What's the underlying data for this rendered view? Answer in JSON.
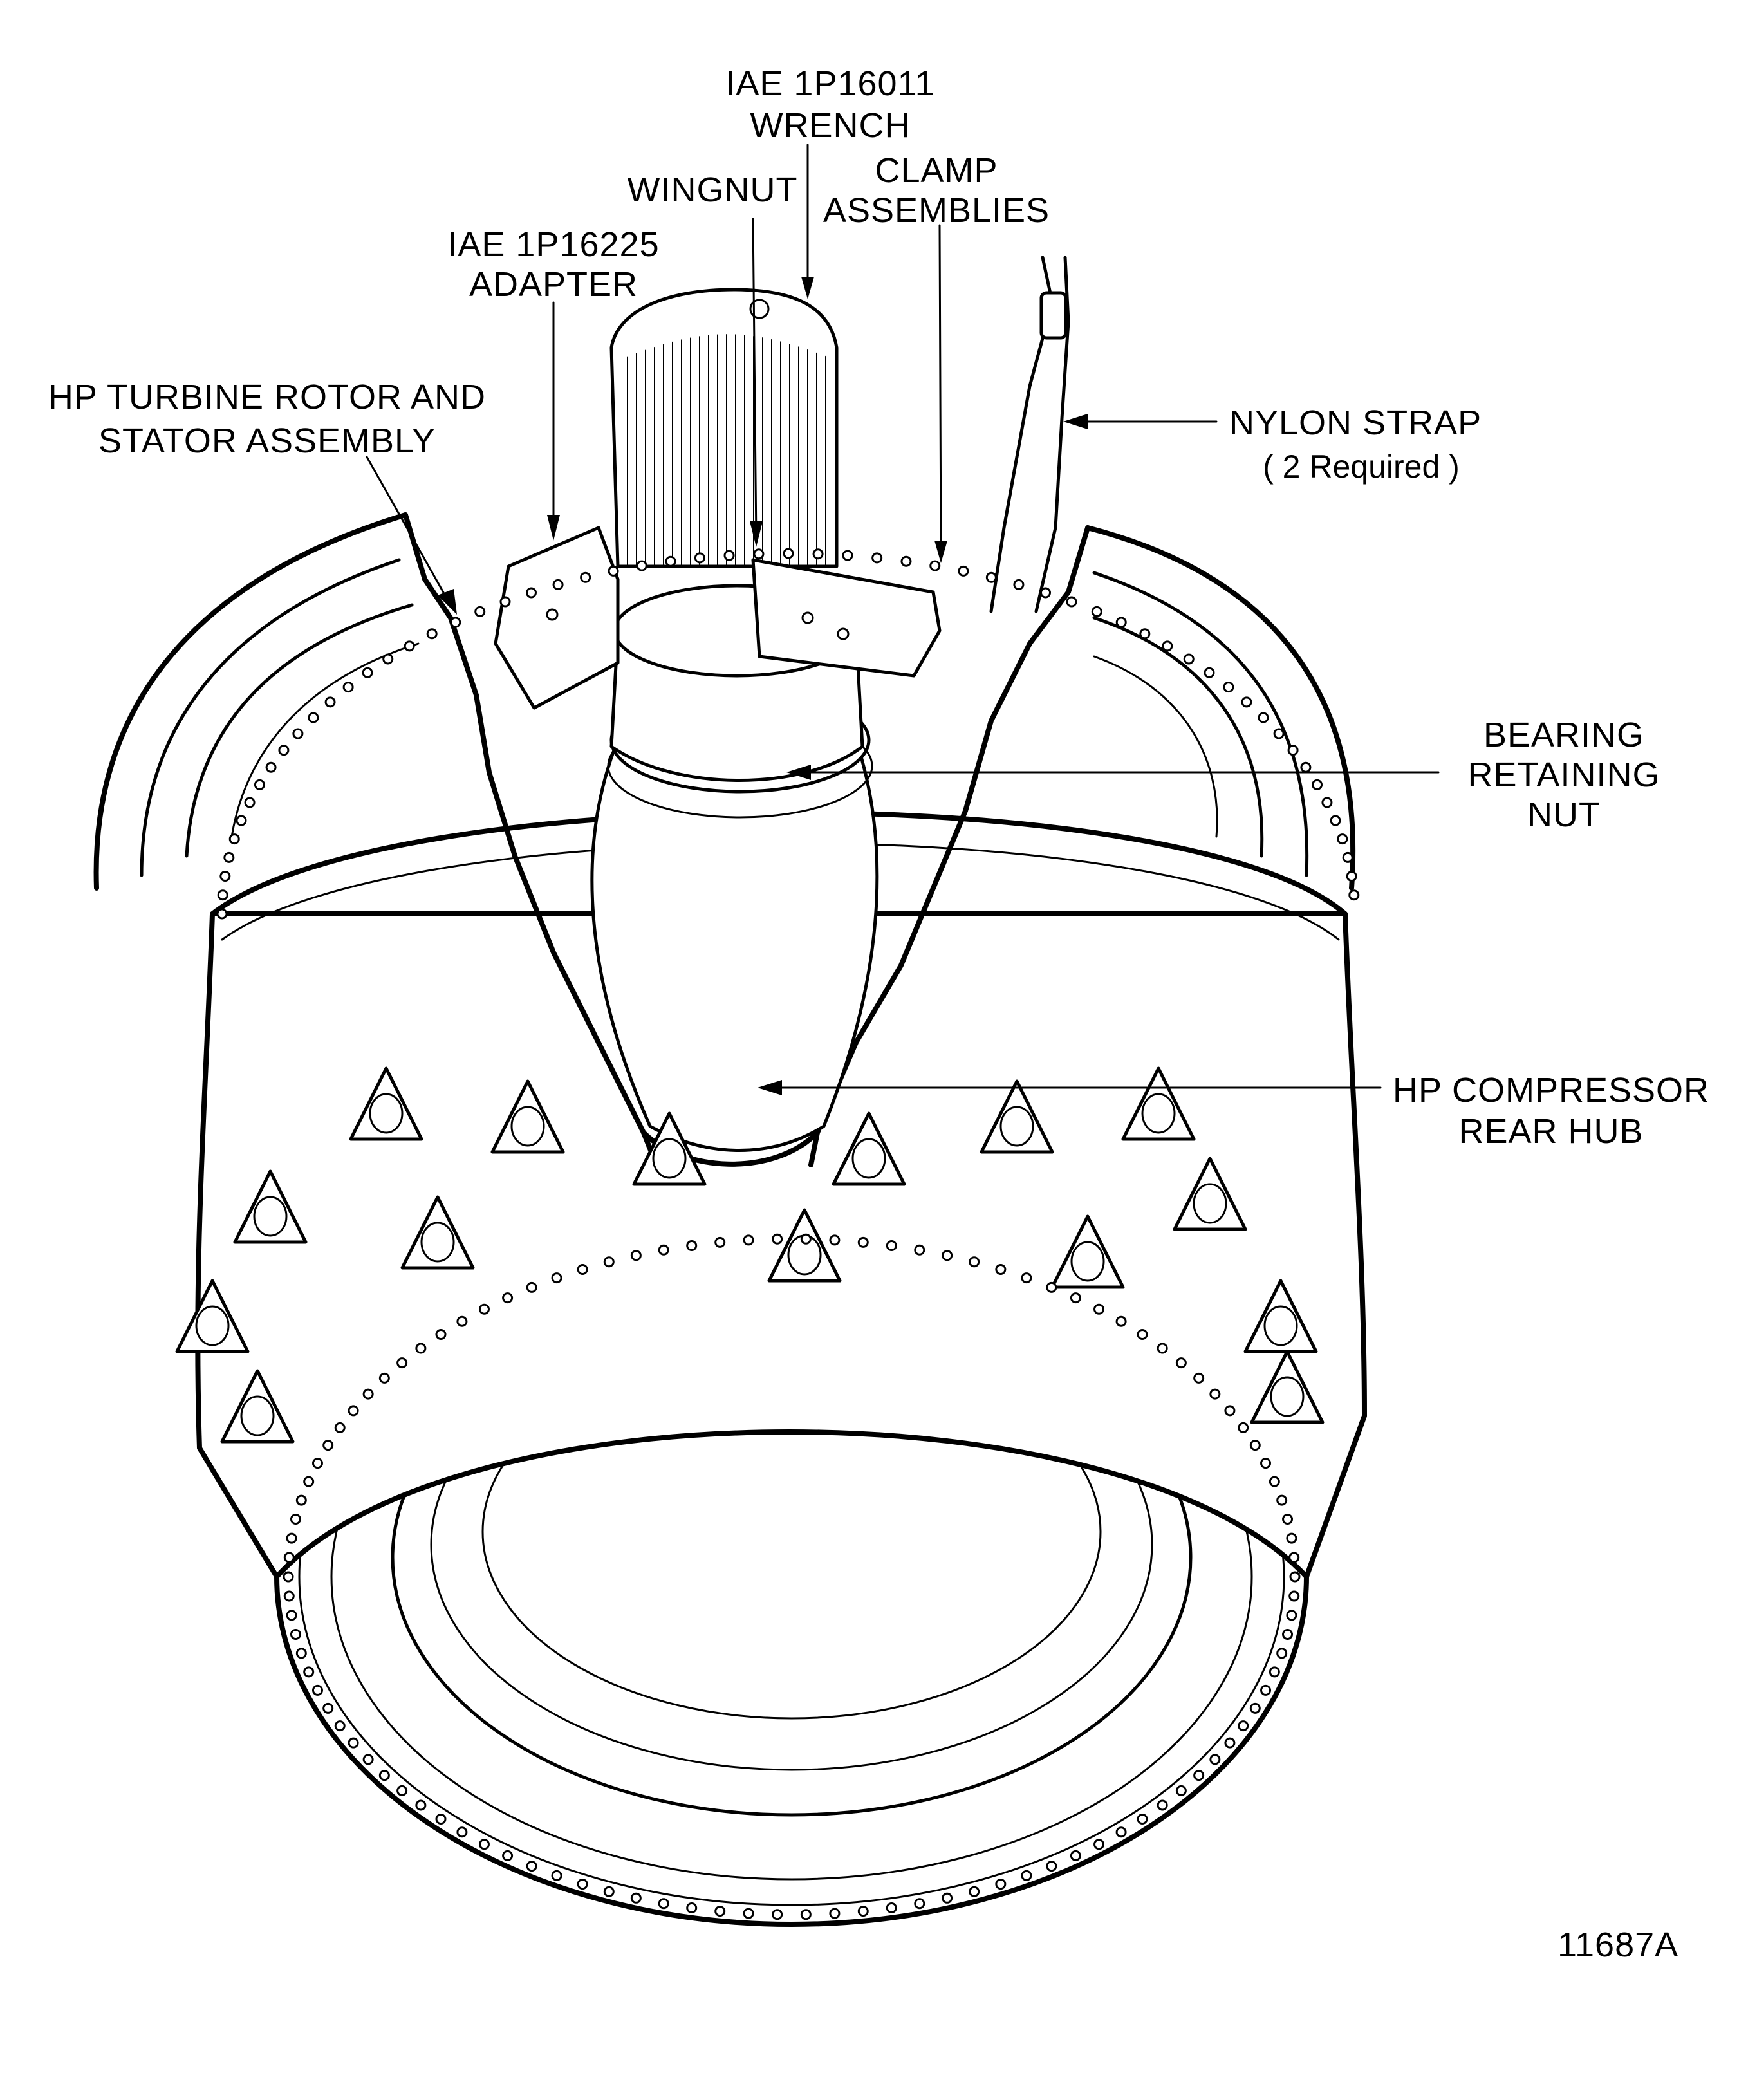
{
  "figure": {
    "type": "technical-illustration",
    "subject": "HP compressor rear hub / HP turbine rotor and stator assembly with wrench installed",
    "figure_number": "11687A",
    "colors": {
      "ink": "#000000",
      "background": "#ffffff"
    }
  },
  "callouts": [
    {
      "id": "wrench",
      "lines": [
        "IAE 1P16011",
        "WRENCH"
      ]
    },
    {
      "id": "wingnut",
      "lines": [
        "WINGNUT"
      ]
    },
    {
      "id": "clamp-assemblies",
      "lines": [
        "CLAMP",
        "ASSEMBLIES"
      ]
    },
    {
      "id": "adapter",
      "lines": [
        "IAE 1P16225",
        "ADAPTER"
      ]
    },
    {
      "id": "hp-turbine",
      "lines": [
        "HP TURBINE ROTOR AND",
        "STATOR ASSEMBLY"
      ]
    },
    {
      "id": "nylon-strap",
      "lines": [
        "NYLON STRAP",
        "( 2 Required )"
      ]
    },
    {
      "id": "bearing-retaining-nut",
      "lines": [
        "BEARING",
        "RETAINING",
        "NUT"
      ]
    },
    {
      "id": "hp-compressor-rear-hub",
      "lines": [
        "HP COMPRESSOR",
        "REAR HUB"
      ]
    }
  ]
}
